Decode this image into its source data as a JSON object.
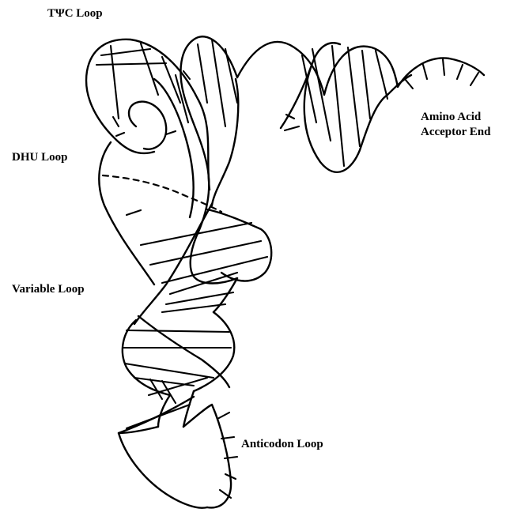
{
  "labels": {
    "tpsic_loop": "TΨC Loop",
    "dhu_loop": "DHU Loop",
    "variable_loop": "Variable Loop",
    "anticodon_loop": "Anticodon Loop",
    "amino_acid_line1": "Amino Acid",
    "amino_acid_line2": "Acceptor End"
  },
  "colors": {
    "stroke": "#000000",
    "background": "#ffffff"
  }
}
